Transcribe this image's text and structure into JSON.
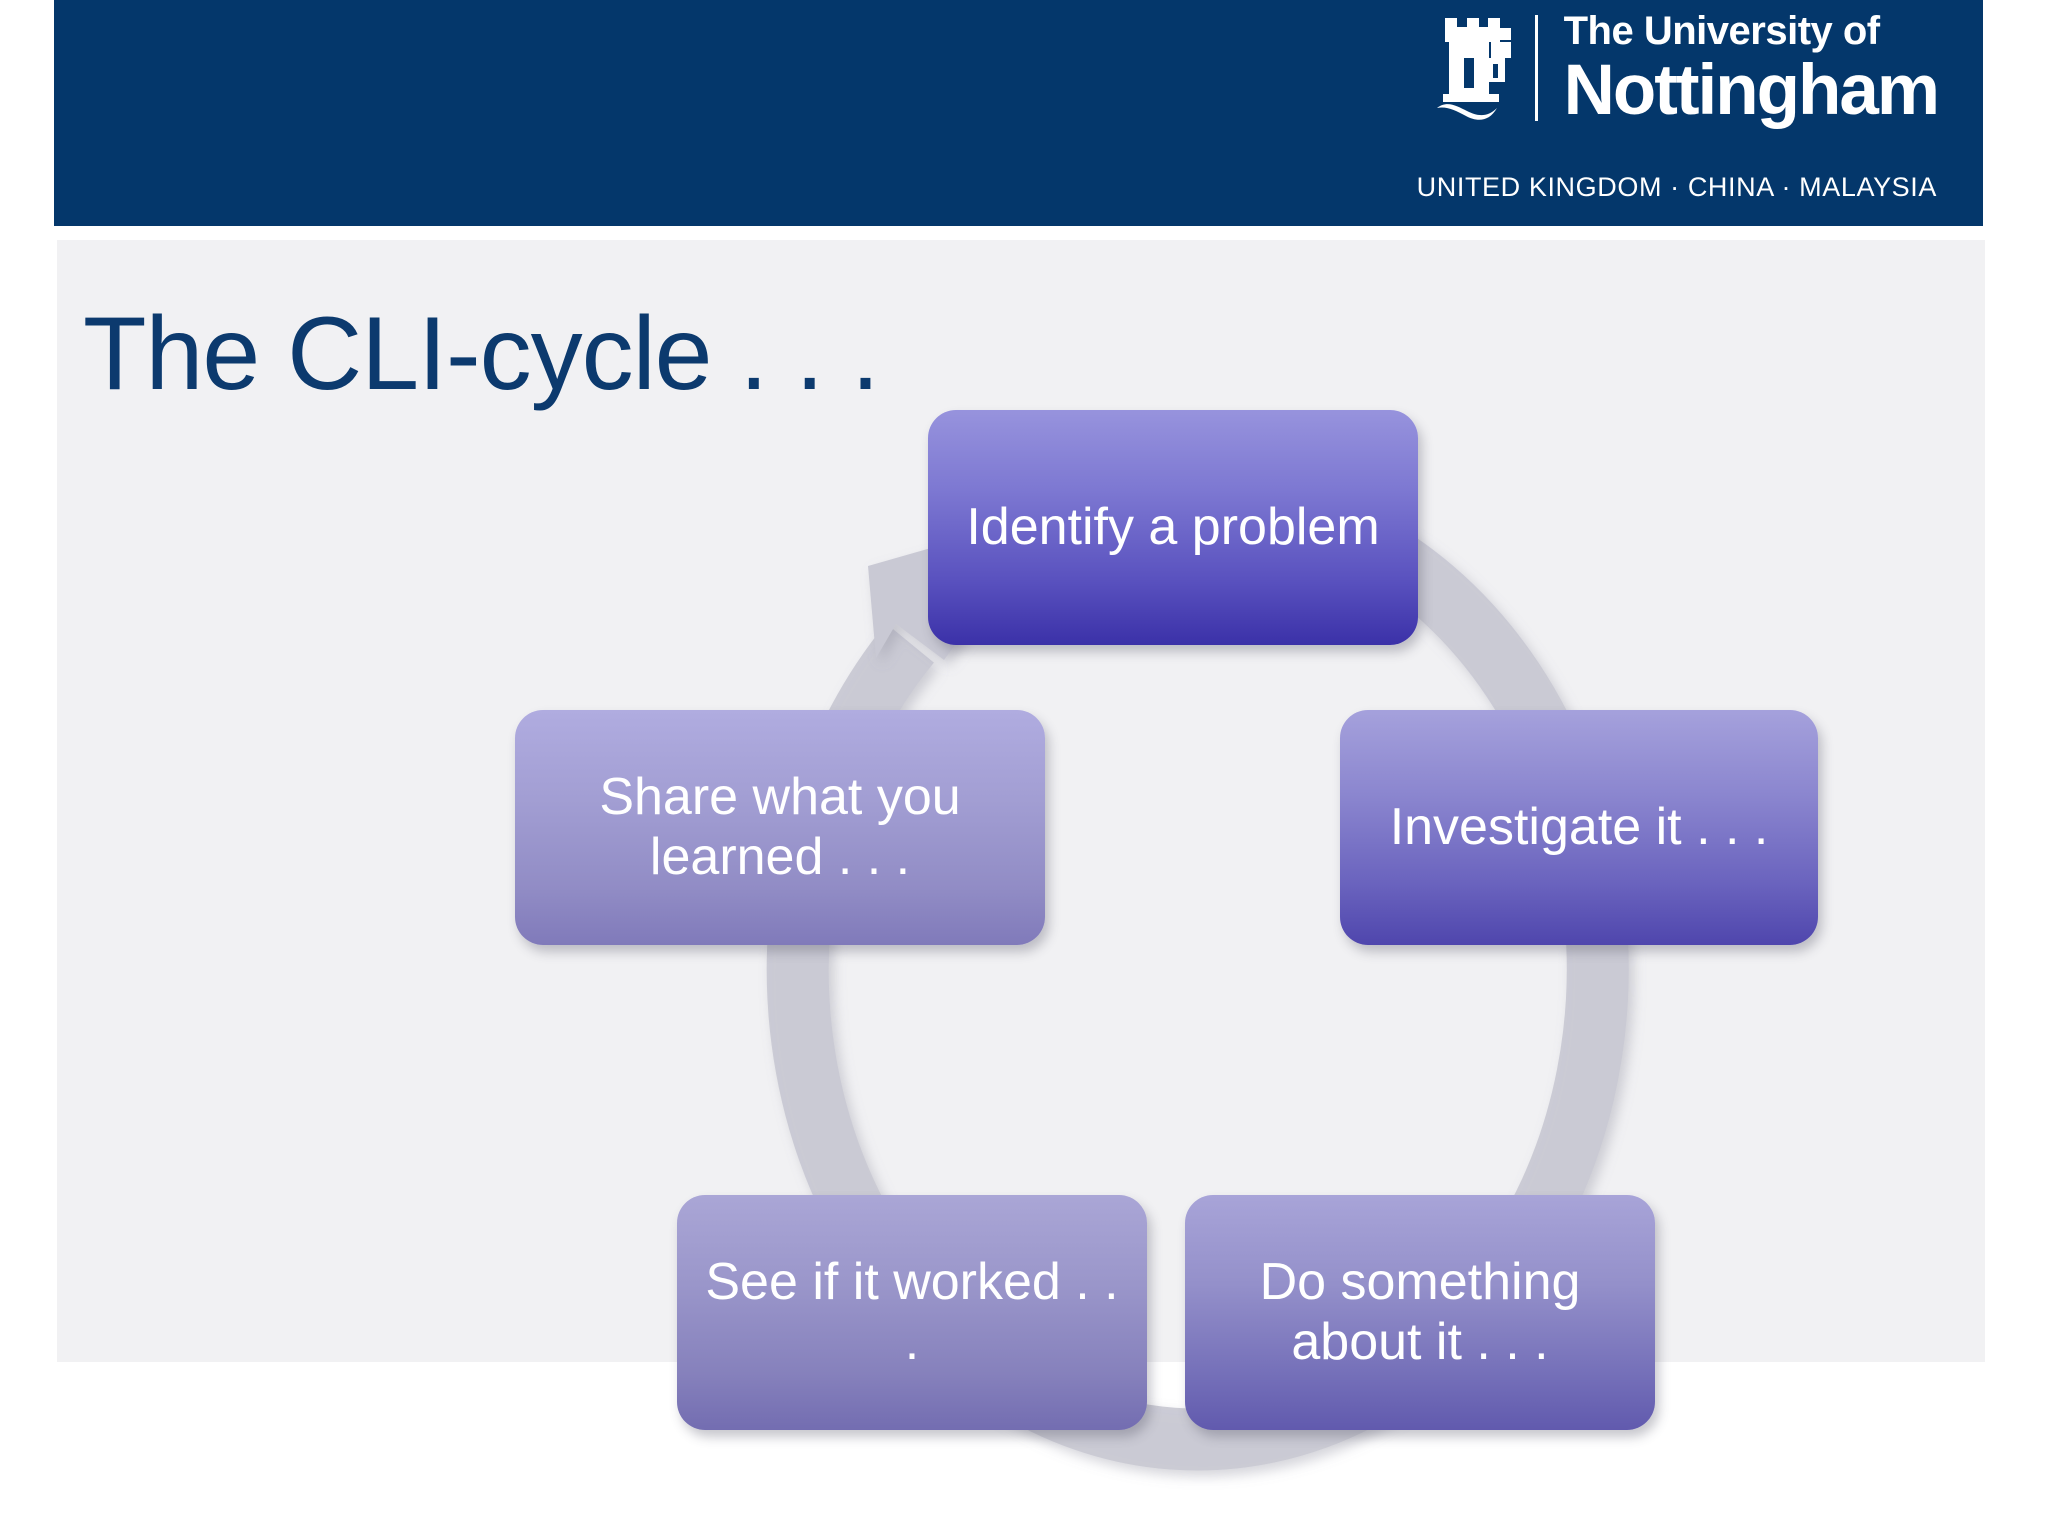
{
  "header": {
    "brand_line_1": "The University of",
    "brand_line_2": "Nottingham",
    "countries": "UNITED KINGDOM · CHINA · MALAYSIA",
    "crest_icon": "castle-crest-icon",
    "background_color": "#04376b"
  },
  "slide": {
    "title": "The CLI-cycle . . .",
    "title_color": "#0c3a6e",
    "panel_color": "#f1f1f3",
    "background_color": "#ffffff"
  },
  "diagram": {
    "type": "cycle",
    "ring_color": "#c9c9d4",
    "arrow_icon": "curved-arrow-icon",
    "arrow_color": "#c9c9d4",
    "direction": "clockwise",
    "nodes": [
      {
        "id": "identify",
        "label": "Identify a problem",
        "order": 1,
        "color": "#4a41b4"
      },
      {
        "id": "investigate",
        "label": "Investigate it . . .",
        "order": 2,
        "color": "#5d56b8"
      },
      {
        "id": "do-something",
        "label": "Do something about it . . .",
        "order": 3,
        "color": "#6f6ab4"
      },
      {
        "id": "see-if-worked",
        "label": "See if it worked . . .",
        "order": 4,
        "color": "#817cb7"
      },
      {
        "id": "share",
        "label": "Share what you learned . . .",
        "order": 5,
        "color": "#8f8ac0"
      }
    ]
  }
}
